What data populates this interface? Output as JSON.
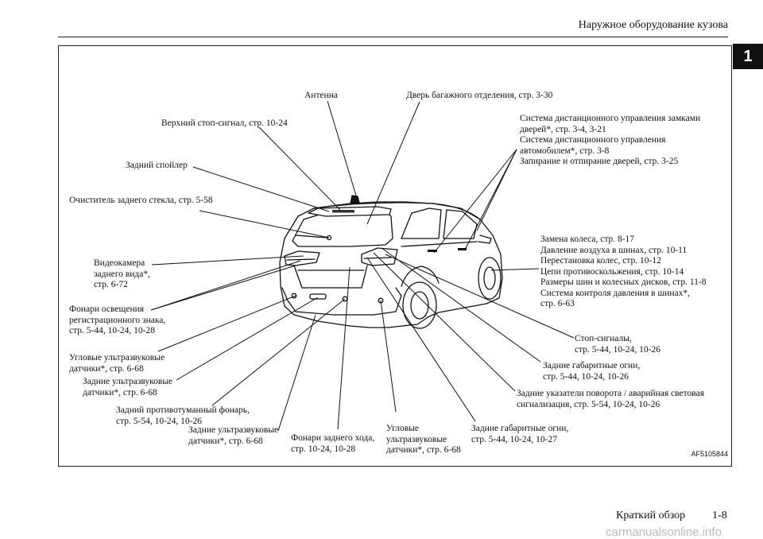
{
  "header": {
    "title": "Наружное оборудование кузова",
    "section_tab": "1"
  },
  "figure": {
    "ref_code": "AF5105844",
    "labels": {
      "antenna": "Антенна",
      "tailgate": "Дверь багажного отделения, стр. 3-30",
      "high_stop": "Верхний стоп-сигнал, стр. 10-24",
      "spoiler": "Задний спойлер",
      "wiper": "Очиститель заднего стекла, стр. 5-58",
      "camera": [
        "Видеокамера",
        "заднего вида*,",
        "стр. 6-72"
      ],
      "plate_lamps": [
        "Фонари освещения",
        "регистрационного знака,",
        "стр. 5-44, 10-24, 10-28"
      ],
      "corner_sensors_l": [
        "Угловые ультразвуковые",
        "датчики*, стр. 6-68"
      ],
      "rear_sensors_l": [
        "Задние ультразвуковые",
        "датчики*, стр. 6-68"
      ],
      "fog_lamp": [
        "Задний противотуманный фонарь,",
        "стр. 5-54, 10-24, 10-26"
      ],
      "rear_sensors_c": [
        "Задние ультразвуковые",
        "датчики*, стр. 6-68"
      ],
      "reverse_lamps": [
        "Фонари заднего хода,",
        "стр. 10-24, 10-28"
      ],
      "corner_sensors_r": [
        "Угловые",
        "ультразвуковые",
        "датчики*, стр. 6-68"
      ],
      "position_lamps_low": [
        "Задние габаритные огни,",
        "стр. 5-44, 10-24, 10-27"
      ],
      "turn_signals": [
        "Задние указатели поворота / аварийная световая",
        "сигнализация, стр. 5-54, 10-24, 10-26"
      ],
      "position_lamps_high": [
        "Задние габаритные огни,",
        "стр. 5-44, 10-24, 10-26"
      ],
      "stop_lamps": [
        "Стоп-сигналы,",
        "стр. 5-44, 10-24, 10-26"
      ],
      "wheels": [
        "Замена колеса, стр. 8-17",
        "Давление воздуха в шинах, стр. 10-11",
        "Перестановка колес, стр. 10-12",
        "Цепи противоскольжения, стр. 10-14",
        "Размеры шин и колесных дисков, стр. 11-8",
        "Система контроля давления в шинах*,",
        "стр. 6-63"
      ],
      "keyless": [
        "Система дистанционного управления замками",
        "дверей*, стр. 3-4, 3-21",
        "Система дистанционного управления",
        "автомобилем*, стр. 3-8",
        "Запирание и отпирание дверей, стр. 3-25"
      ]
    }
  },
  "footer": {
    "section": "Краткий обзор",
    "page": "1-8"
  },
  "watermark": "carmanualsonline.info"
}
